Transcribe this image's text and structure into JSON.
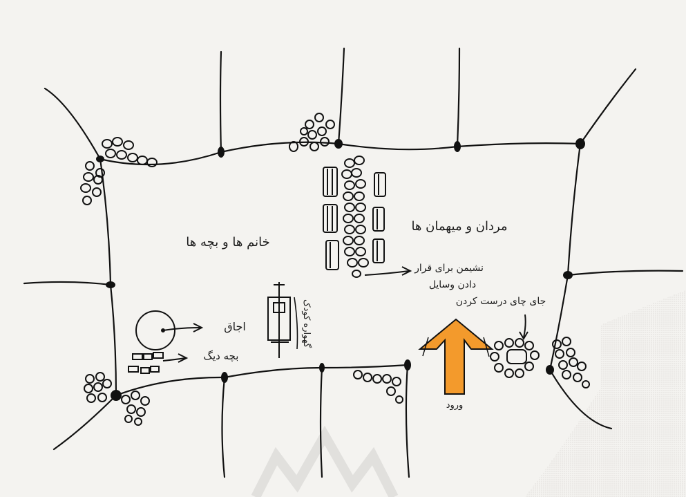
{
  "labels": {
    "women_children": "خانم ها و بچه ها",
    "men_guests": "مردان و میهمان ها",
    "seating": "نشیمن برای قرار",
    "seating_2": "دادن وسایل",
    "tea_place": "جای چای درست کردن",
    "entrance": "ورود",
    "fire_pit": "اجاق",
    "bedding": "بچه دیگ",
    "cradle": "گهواره کودک"
  },
  "colors": {
    "ink": "#111111",
    "arrow": "#f39a2c",
    "paper": "#f4f3f0"
  }
}
